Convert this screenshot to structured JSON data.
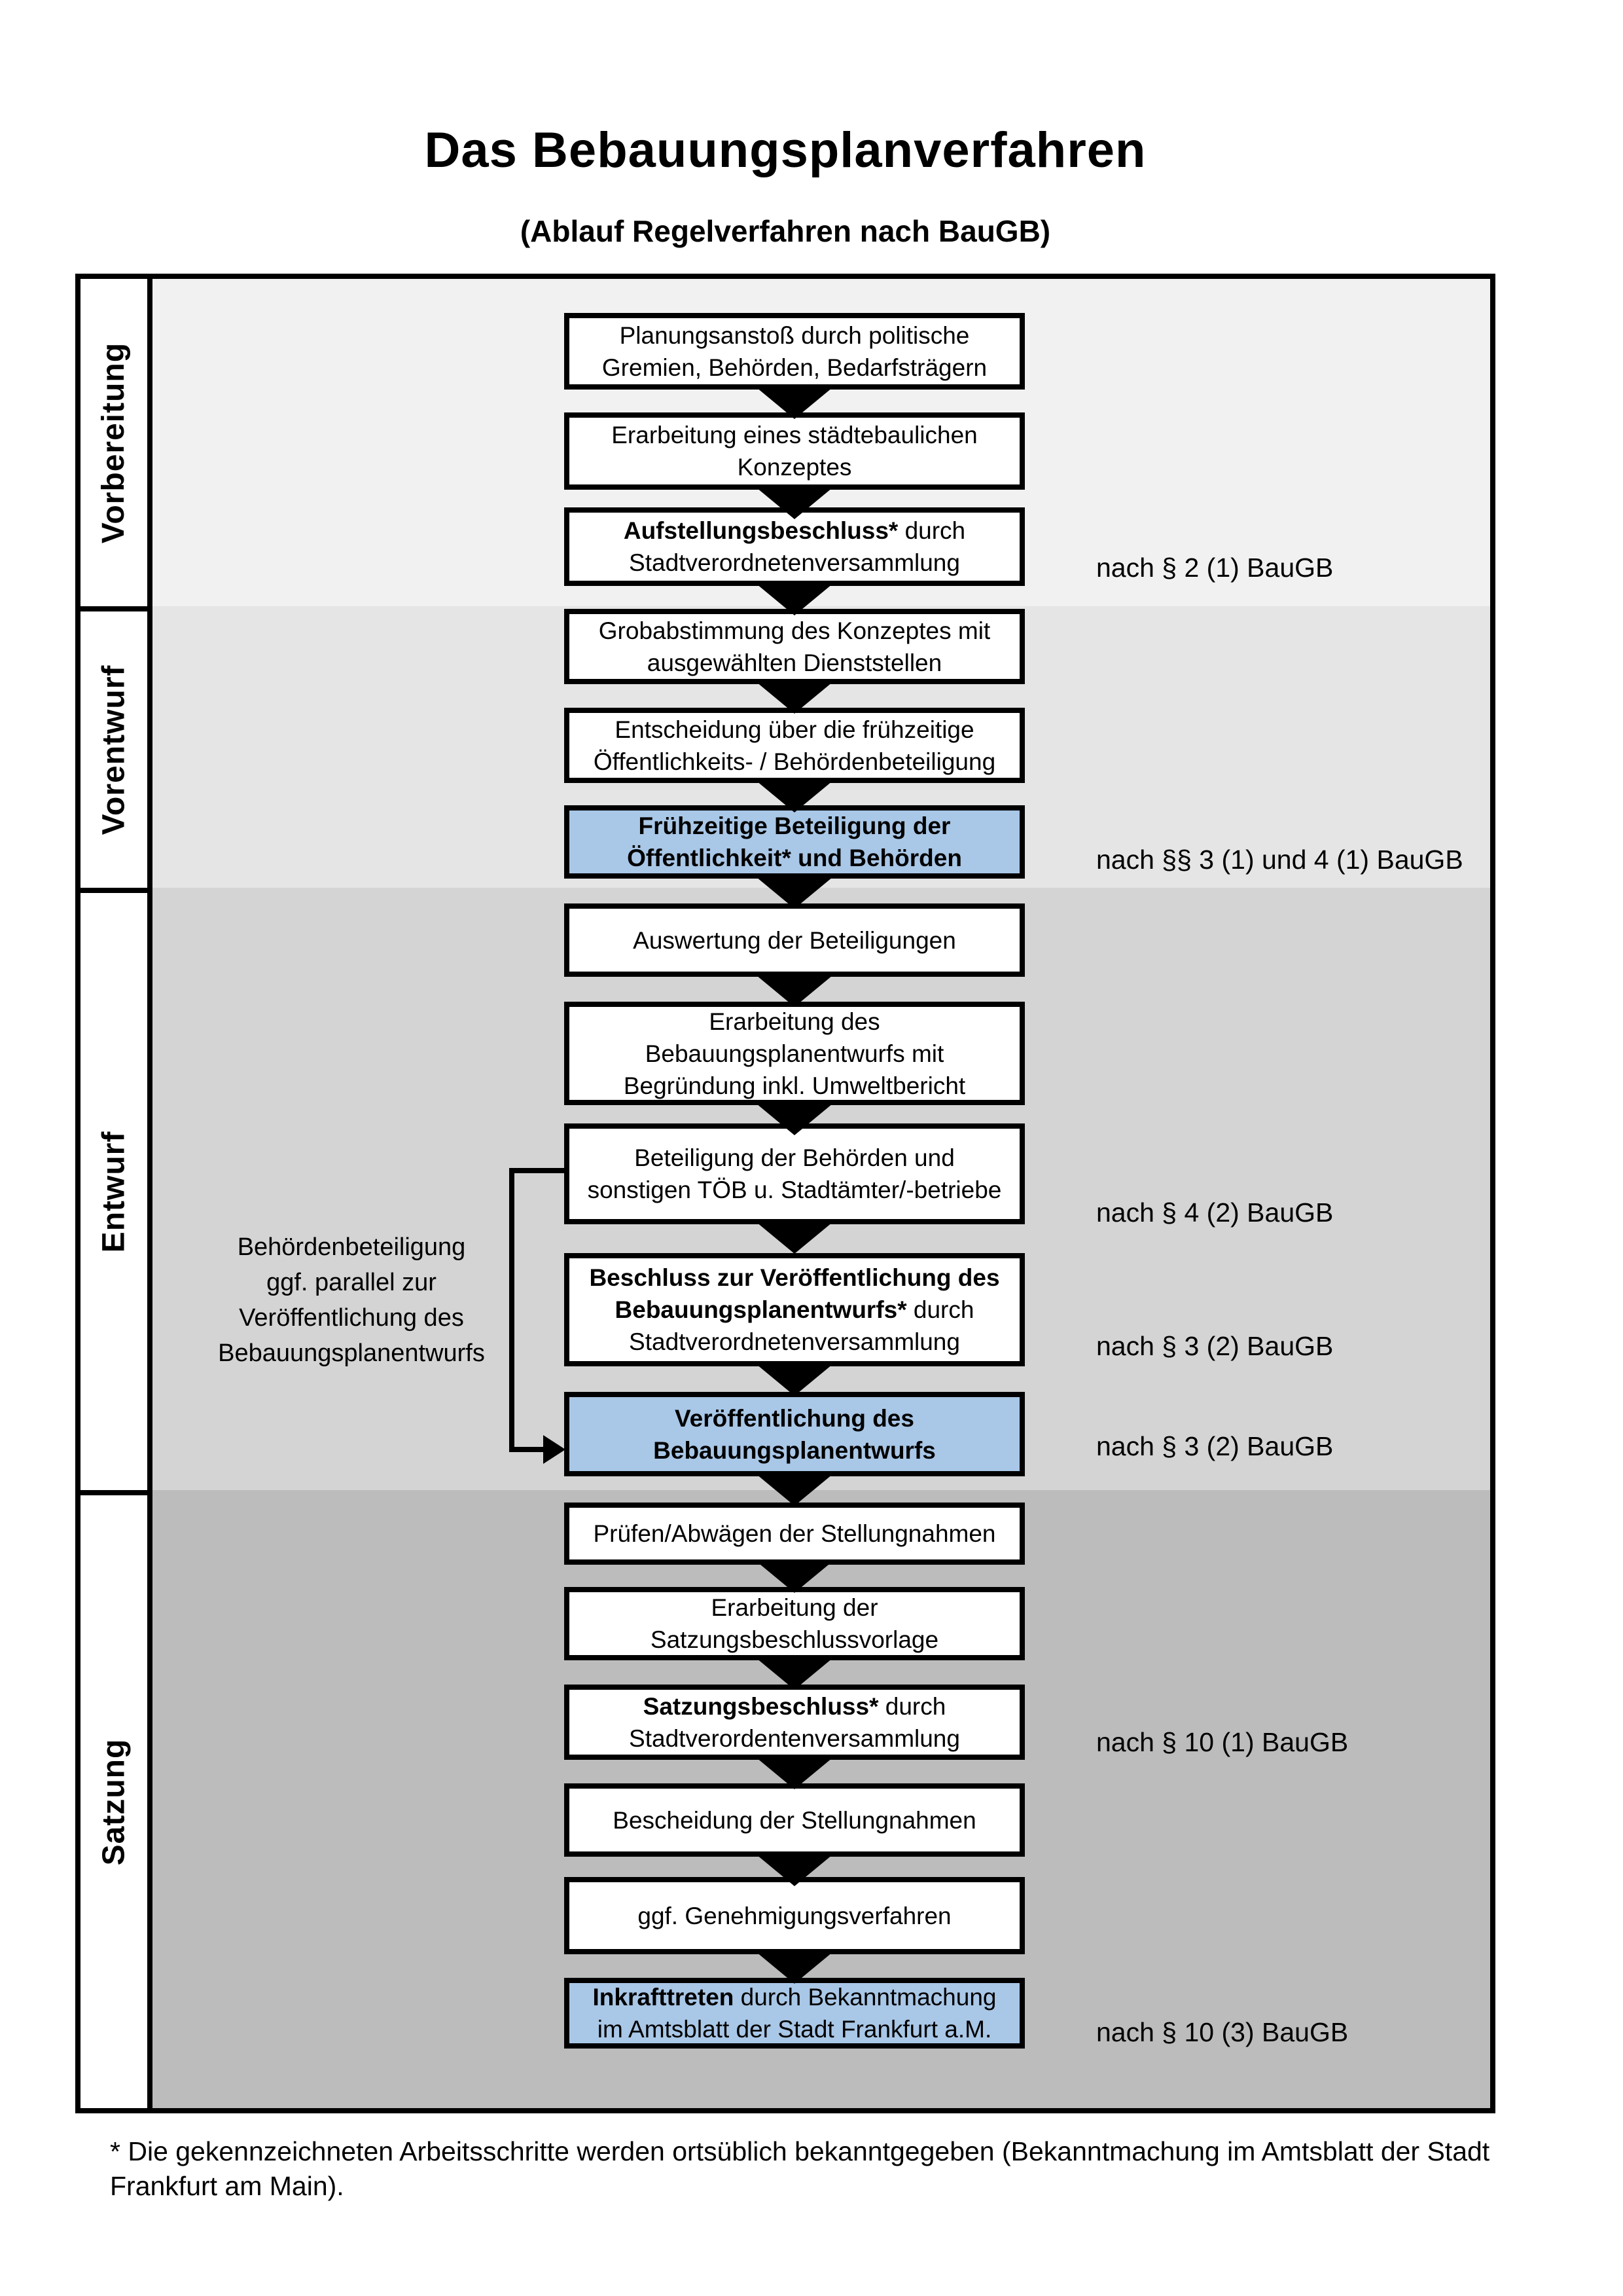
{
  "title": "Das Bebauungsplanverfahren",
  "subtitle": "(Ablauf Regelverfahren nach BauGB)",
  "phases": [
    {
      "label": "Vorbereitung"
    },
    {
      "label": "Vorentwurf"
    },
    {
      "label": "Entwurf"
    },
    {
      "label": "Satzung"
    }
  ],
  "steps": {
    "s1": {
      "l1": "Planungsanstoß durch politische",
      "l2": "Gremien, Behörden, Bedarfsträgern"
    },
    "s2": {
      "l1": "Erarbeitung eines städtebaulichen",
      "l2": "Konzeptes"
    },
    "s3": {
      "l1b": "Aufstellungsbeschluss*",
      "l1r": " durch",
      "l2": "Stadtverordnetenversammlung"
    },
    "s4": {
      "l1": "Grobabstimmung des Konzeptes mit",
      "l2": "ausgewählten Dienststellen"
    },
    "s5": {
      "l1": "Entscheidung über die frühzeitige",
      "l2": "Öffentlichkeits- / Behördenbeteiligung"
    },
    "s6": {
      "l1": "Frühzeitige Beteiligung der",
      "l2": "Öffentlichkeit* und Behörden"
    },
    "s7": {
      "l1": "Auswertung der Beteiligungen"
    },
    "s8": {
      "l1": "Erarbeitung des",
      "l2": "Bebauungsplanentwurfs mit",
      "l3": "Begründung inkl. Umweltbericht"
    },
    "s9": {
      "l1": "Beteiligung der Behörden und",
      "l2": "sonstigen TÖB u. Stadtämter/-betriebe"
    },
    "s10": {
      "l1b": "Beschluss zur Veröffentlichung des",
      "l2b": "Bebauungsplanentwurfs*",
      "l2r": " durch",
      "l3": "Stadtverordnetenversammlung"
    },
    "s11": {
      "l1": "Veröffentlichung des",
      "l2": "Bebauungsplanentwurfs"
    },
    "s12": {
      "l1": "Prüfen/Abwägen der Stellungnahmen"
    },
    "s13": {
      "l1": "Erarbeitung der",
      "l2": "Satzungsbeschlussvorlage"
    },
    "s14": {
      "l1b": "Satzungsbeschluss*",
      "l1r": " durch",
      "l2": "Stadtverordentenversammlung"
    },
    "s15": {
      "l1": "Bescheidung der Stellungnahmen"
    },
    "s16": {
      "l1": "ggf. Genehmigungsverfahren"
    },
    "s17": {
      "l1b": "Inkrafttreten",
      "l1r": " durch Bekanntmachung",
      "l2": "im Amtsblatt der Stadt Frankfurt a.M."
    }
  },
  "refs": {
    "r1": "nach § 2 (1) BauGB",
    "r2": "nach §§ 3 (1) und 4 (1) BauGB",
    "r3": "nach § 4 (2) BauGB",
    "r4": "nach § 3 (2) BauGB",
    "r5": "nach § 3 (2) BauGB",
    "r6": "nach § 10 (1) BauGB",
    "r7": "nach § 10 (3) BauGB"
  },
  "annotation": {
    "l1": "Behördenbeteiligung",
    "l2": "ggf. parallel zur",
    "l3": "Veröffentlichung des",
    "l4": "Bebauungsplanentwurfs"
  },
  "footnote": {
    "l1": "* Die gekennzeichneten Arbeitsschritte werden ortsüblich bekanntgegeben (Bekanntmachung im Amtsblatt  der Stadt",
    "l2": "Frankfurt am Main)."
  },
  "colors": {
    "highlight_blue": "#a9c7e7",
    "band_vorbereitung": "#f1f1f1",
    "band_vorentwurf": "#e5e5e5",
    "band_entwurf": "#d4d4d4",
    "band_satzung": "#bcbcbc"
  }
}
